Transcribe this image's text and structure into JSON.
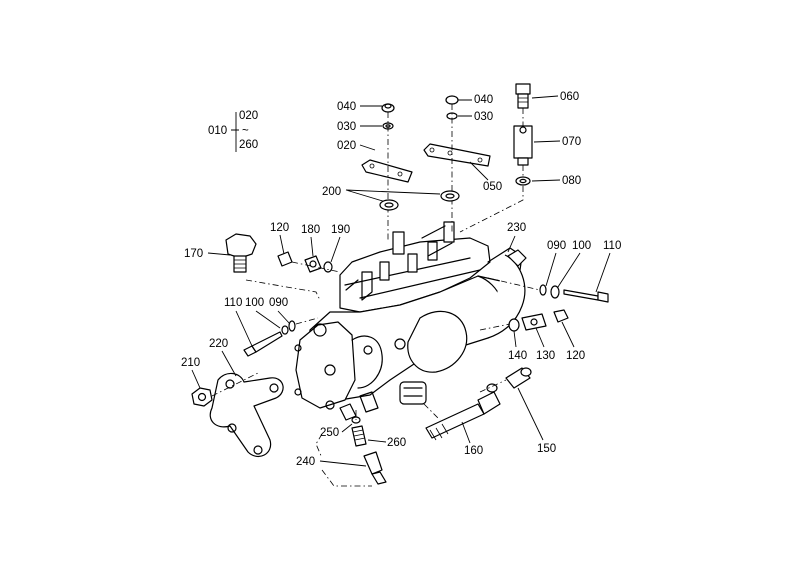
{
  "labels": {
    "p010": "010",
    "p020a": "020",
    "tilde": "~",
    "p260a": "260",
    "p040a": "040",
    "p030a": "030",
    "p020b": "020",
    "p040b": "040",
    "p030b": "030",
    "p050": "050",
    "p060": "060",
    "p070": "070",
    "p080": "080",
    "p200": "200",
    "p230": "230",
    "p120a": "120",
    "p180": "180",
    "p190": "190",
    "p170": "170",
    "p090a": "090",
    "p100a": "100",
    "p110a": "110",
    "p110b": "110",
    "p100b": "100",
    "p090b": "090",
    "p140": "140",
    "p130": "130",
    "p120b": "120",
    "p220": "220",
    "p210": "210",
    "p250": "250",
    "p260b": "260",
    "p240": "240",
    "p160": "160",
    "p150": "150"
  },
  "colors": {
    "ink": "#000000",
    "paper": "#ffffff"
  }
}
